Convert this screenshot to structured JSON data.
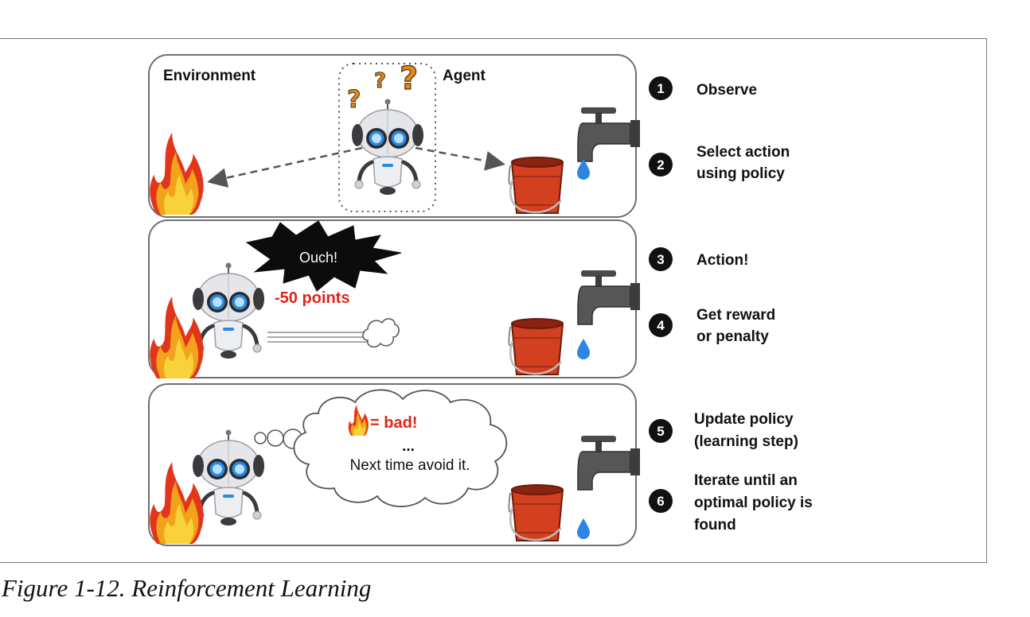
{
  "figure": {
    "caption": "Figure 1-12. Reinforcement Learning"
  },
  "panel1": {
    "environment_label": "Environment",
    "agent_label": "Agent",
    "question_marks": "?"
  },
  "panel2": {
    "exclamation": "Ouch!",
    "penalty": "-50 points"
  },
  "panel3": {
    "thought_line1": "= bad!",
    "thought_line2": "...",
    "thought_line3": "Next time avoid it."
  },
  "steps": [
    {
      "number": "1",
      "lines": [
        "Observe"
      ]
    },
    {
      "number": "2",
      "lines": [
        "Select action",
        "using policy"
      ]
    },
    {
      "number": "3",
      "lines": [
        "Action!"
      ]
    },
    {
      "number": "4",
      "lines": [
        "Get reward",
        "or penalty"
      ]
    },
    {
      "number": "5",
      "lines": [
        "Update policy",
        "(learning step)"
      ]
    },
    {
      "number": "6",
      "lines": [
        "Iterate until an",
        "optimal policy is",
        "found"
      ]
    }
  ],
  "colors": {
    "fire_outer": "#f2a31b",
    "fire_inner": "#f7d23a",
    "fire_red": "#e2361c",
    "bucket": "#d2401f",
    "faucet": "#4a4a4a",
    "water": "#2f86e0",
    "robot_eye": "#2b8be0",
    "penalty_red": "#e0261b"
  },
  "icons": [
    "fire-icon",
    "robot-icon",
    "bucket-icon",
    "faucet-icon",
    "water-drop-icon",
    "question-mark-icon",
    "explosion-icon",
    "thought-cloud-icon"
  ]
}
